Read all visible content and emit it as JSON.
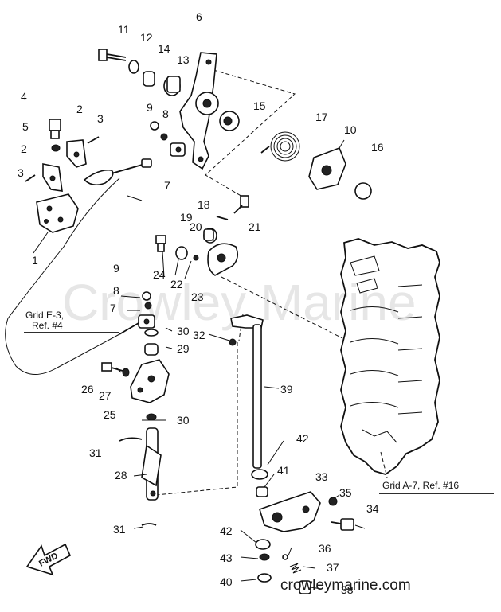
{
  "diagram": {
    "watermark": "Crowley Marine",
    "website": "crowleymarine.com",
    "fwd_label": "FWD",
    "references": {
      "grid_e3_line1": "Grid E-3,",
      "grid_e3_line2": "Ref. #4",
      "grid_a7": "Grid A-7, Ref. #16"
    },
    "callouts": {
      "n1": "1",
      "n2a": "2",
      "n2b": "2",
      "n3a": "3",
      "n3b": "3",
      "n4": "4",
      "n5": "5",
      "n6": "6",
      "n7a": "7",
      "n7b": "7",
      "n8a": "8",
      "n8b": "8",
      "n9a": "9",
      "n9b": "9",
      "n10": "10",
      "n11": "11",
      "n12": "12",
      "n13": "13",
      "n14": "14",
      "n15": "15",
      "n16": "16",
      "n17": "17",
      "n18": "18",
      "n19": "19",
      "n20": "20",
      "n21": "21",
      "n22": "22",
      "n23": "23",
      "n24": "24",
      "n25": "25",
      "n26": "26",
      "n27": "27",
      "n28": "28",
      "n29": "29",
      "n30a": "30",
      "n30b": "30",
      "n31a": "31",
      "n31b": "31",
      "n32": "32",
      "n33": "33",
      "n34": "34",
      "n35": "35",
      "n36": "36",
      "n37": "37",
      "n38": "38",
      "n39": "39",
      "n40": "40",
      "n41": "41",
      "n42a": "42",
      "n42b": "42",
      "n43": "43"
    }
  }
}
